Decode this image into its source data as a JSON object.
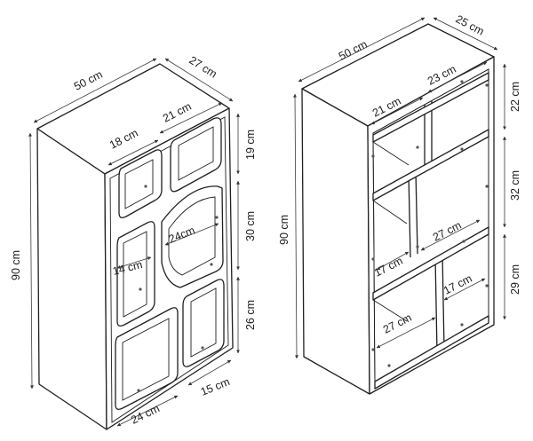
{
  "left_view": {
    "width": "50 cm",
    "depth": "27 cm",
    "height": "90 cm",
    "top_left_w": "18 cm",
    "top_right_w": "21 cm",
    "top_right_h": "19 cm",
    "mid_right_h": "30 cm",
    "circle_d": "24cm",
    "left_narrow_w": "14 cm",
    "bot_right_h": "26 cm",
    "bot_right_w": "15 cm",
    "bot_left_w": "24 cm"
  },
  "right_view": {
    "width": "50 cm",
    "depth": "25 cm",
    "height": "90 cm",
    "top_left_w": "21 cm",
    "top_right_w": "23 cm",
    "top_h": "22 cm",
    "mid_h": "32 cm",
    "mid_right_w": "27 cm",
    "mid_left_w": "17 cm",
    "bot_right_w": "17 cm",
    "bot_h": "29 cm",
    "bot_left_w": "27 cm"
  }
}
